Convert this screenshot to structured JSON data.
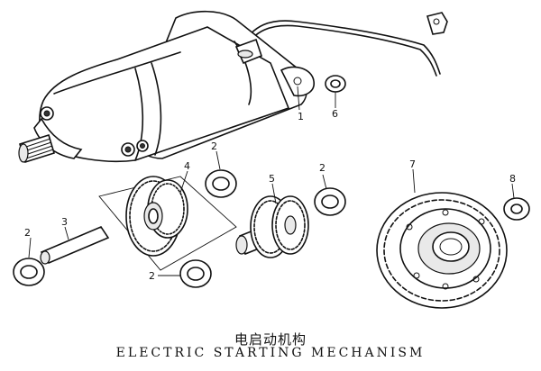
{
  "caption": {
    "title_zh": "电启动机构",
    "title_en": "ELECTRIC STARTING MECHANISM"
  },
  "callouts": [
    "1",
    "2",
    "2",
    "2",
    "2",
    "3",
    "4",
    "5",
    "6",
    "7",
    "8"
  ]
}
